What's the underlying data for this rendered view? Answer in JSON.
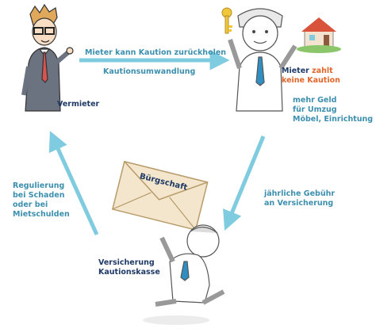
{
  "colors": {
    "arrow": "#7fcbe0",
    "accent_teal": "#3d8fae",
    "accent_orange": "#e2662a",
    "text_navy": "#1f3a66",
    "envelope": "#f3e6cc",
    "tie": "#2f8fc2",
    "house_roof": "#d9533a",
    "key": "#f0c63a"
  },
  "icons": [
    "landlord-figure",
    "tenant-figure",
    "key-icon",
    "house-icon",
    "envelope-icon",
    "running-insurer-figure"
  ],
  "labels": {
    "arrow_top": "Mieter kann Kaution zurückholen",
    "arrow_top_sub": "Kautionsumwandlung",
    "landlord": "Vermieter",
    "tenant_prefix": "Mieter",
    "tenant_suffix": "zahlt",
    "tenant_highlight": "keine Kaution",
    "tenant_benefit_lines": [
      "mehr Geld",
      "für Umzug",
      "Möbel, Einrichtung"
    ],
    "left_arrow_lines": [
      "Regulierung",
      "bei Schaden",
      "oder bei",
      "Mietschulden"
    ],
    "right_arrow_lines": [
      "jährliche Gebühr",
      "an Versicherung"
    ],
    "insurer_lines": [
      "Versicherung",
      "Kautionskasse"
    ],
    "envelope": "Bürgschaft"
  }
}
